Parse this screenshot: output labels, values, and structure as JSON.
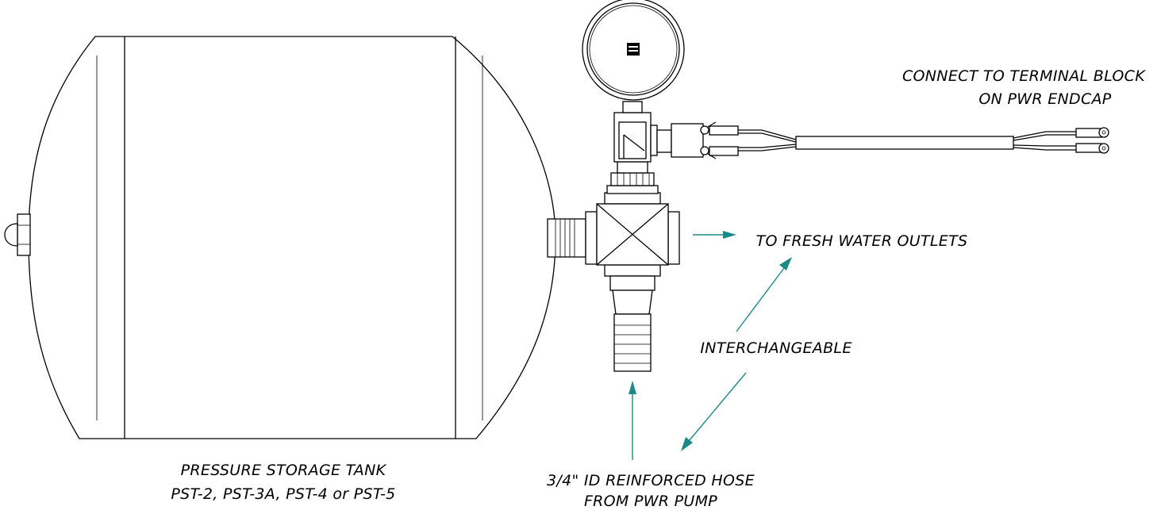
{
  "labels": {
    "terminal_line1": "CONNECT TO TERMINAL BLOCK",
    "terminal_line2": "ON PWR ENDCAP",
    "outlets": "TO FRESH WATER OUTLETS",
    "interchangeable": "INTERCHANGEABLE",
    "tank_line1": "PRESSURE STORAGE TANK",
    "tank_line2": "PST-2, PST-3A, PST-4 or PST-5",
    "hose_line1": "3/4\" ID REINFORCED HOSE",
    "hose_line2": "FROM PWR PUMP"
  },
  "colors": {
    "arrow": "#1a8a88",
    "line": "#000000",
    "background": "#ffffff"
  }
}
